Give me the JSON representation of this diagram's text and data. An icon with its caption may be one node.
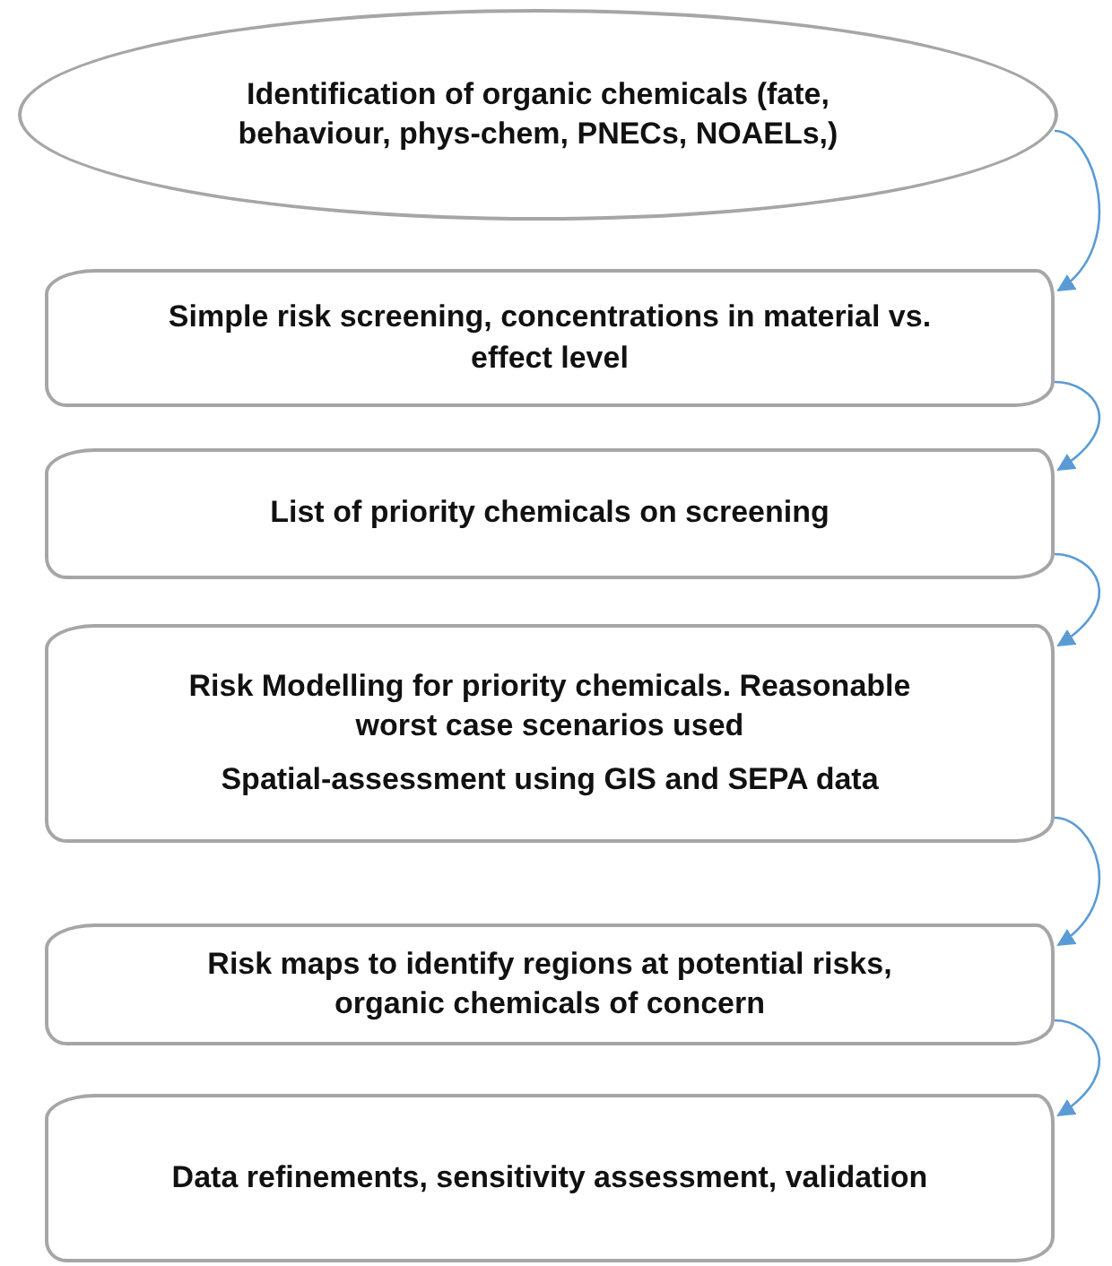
{
  "diagram": {
    "nodes": [
      {
        "text": [
          "Identification of organic chemicals (fate, behaviour, phys-chem, PNECs, NOAELs,)"
        ]
      },
      {
        "text": [
          "Simple risk screening, concentrations in material vs. effect level"
        ]
      },
      {
        "text": [
          "List of priority chemicals on screening"
        ]
      },
      {
        "text": [
          "Risk Modelling for priority chemicals. Reasonable worst case scenarios used",
          "Spatial-assessment using GIS and SEPA data"
        ]
      },
      {
        "text": [
          "Risk maps to identify regions at potential risks, organic chemicals of concern"
        ]
      },
      {
        "text": [
          "Data refinements, sensitivity assessment, validation"
        ]
      }
    ],
    "edges": [
      {
        "from": 0,
        "to": 1,
        "arrow": "to"
      },
      {
        "from": 1,
        "to": 2,
        "arrow": "to"
      },
      {
        "from": 2,
        "to": 3,
        "arrow": "to"
      },
      {
        "from": 3,
        "to": 4,
        "arrow": "to"
      },
      {
        "from": 4,
        "to": 5,
        "arrow": "to"
      }
    ]
  }
}
